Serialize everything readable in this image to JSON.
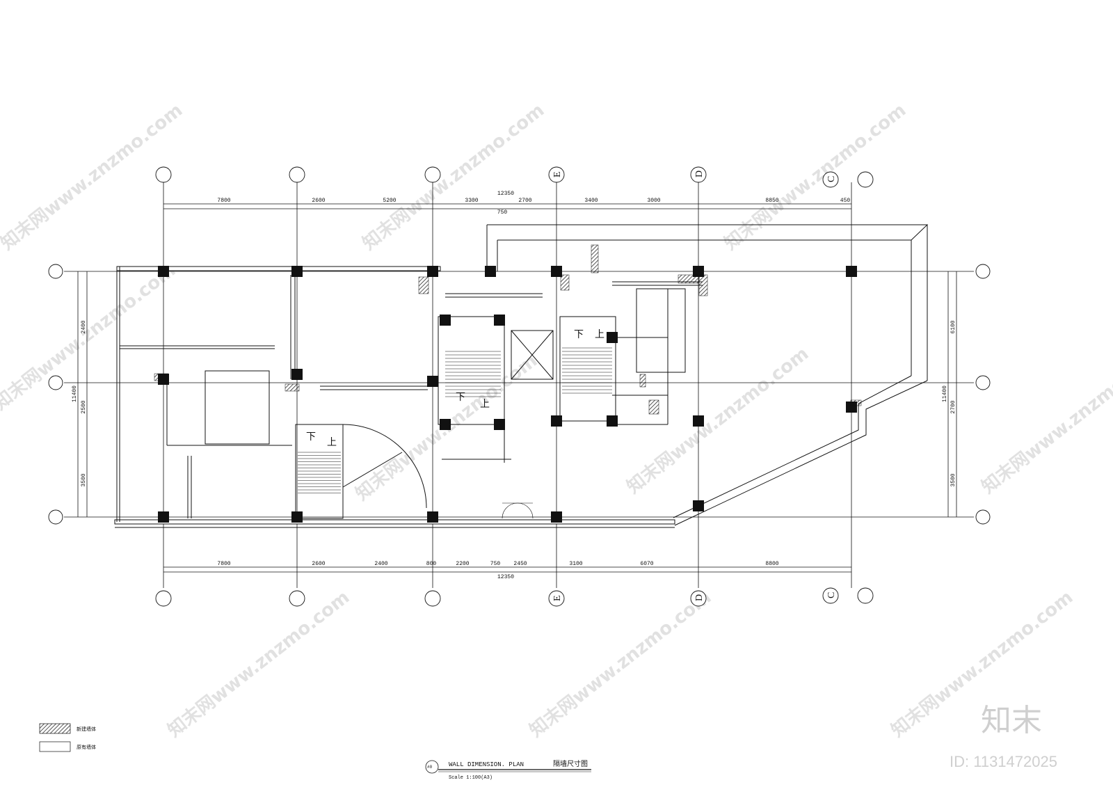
{
  "plan": {
    "axis_labels": {
      "top": [
        "",
        "",
        "",
        "E",
        "D",
        "C",
        ""
      ],
      "bottom": [
        "",
        "",
        "",
        "E",
        "D",
        "C",
        ""
      ]
    },
    "dims_top_sub": [
      "7800",
      "2600",
      "5200",
      "3300",
      "2700",
      "3400",
      "3000",
      "8850",
      "450"
    ],
    "dims_top_small": "750",
    "dims_top_total": "12350",
    "dims_bottom_sub": [
      "7800",
      "2600",
      "2400",
      "800",
      "2200",
      "750",
      "2450",
      "3100",
      "6070",
      "8800"
    ],
    "dims_bottom_total": "12350",
    "dims_left": [
      "2400",
      "2500",
      "3500"
    ],
    "dims_left_total": "11400",
    "dims_right": [
      "6100",
      "2700",
      "3500"
    ],
    "dims_right_total": "11400",
    "stairs": [
      "下",
      "上",
      "下",
      "上",
      "下",
      "上"
    ]
  },
  "title": {
    "marker": "#0",
    "english": "WALL DIMENSION. PLAN",
    "chinese": "隔墙尺寸图",
    "scale": "Scale  1:100(A3)"
  },
  "legend": [
    {
      "label": "新建墙体",
      "style": "hatched"
    },
    {
      "label": "原有墙体",
      "style": "empty"
    }
  ],
  "watermark": {
    "text": "知末网www.znzmo.com",
    "brand": "知末",
    "id": "ID: 1131472025"
  }
}
